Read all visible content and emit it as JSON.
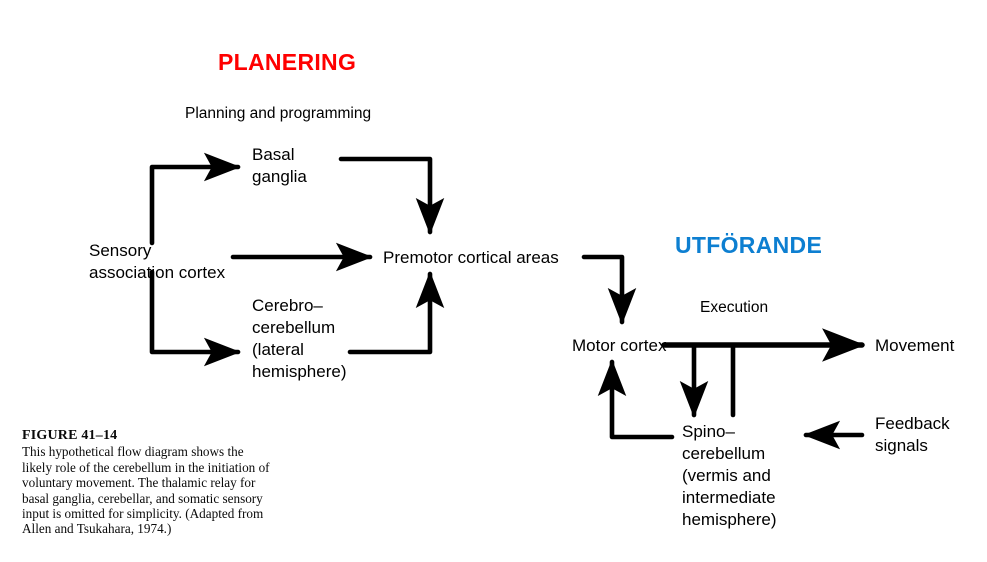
{
  "figure": {
    "headings": {
      "planning": "PLANERING",
      "planning_color": "#ff0000",
      "execution": "UTFÖRANDE",
      "execution_color": "#0d7fd1"
    },
    "subheadings": {
      "planning": "Planning and programming",
      "execution": "Execution"
    },
    "nodes": {
      "sensory": "Sensory\nassociation cortex",
      "basal_ganglia": "Basal\nganglia",
      "cerebro_cerebellum": "Cerebro–\ncerebellum\n(lateral\nhemisphere)",
      "premotor": "Premotor cortical areas",
      "motor_cortex": "Motor cortex",
      "spino_cerebellum": "Spino–\ncerebellum\n(vermis and\nintermediate\nhemisphere)",
      "movement": "Movement",
      "feedback": "Feedback\nsignals"
    },
    "caption": {
      "title": "FIGURE  41–14",
      "body": "This hypothetical flow diagram shows the likely role of the cerebellum in the initiation of voluntary movement. The thalamic relay for basal ganglia, cerebellar, and somatic sensory input is omitted for simplicity. (Adapted from Allen and Tsukahara, 1974.)"
    },
    "arrows": [
      {
        "name": "sensory-to-basal-ganglia",
        "from": "sensory",
        "to": "basal_ganglia"
      },
      {
        "name": "sensory-to-premotor",
        "from": "sensory",
        "to": "premotor"
      },
      {
        "name": "sensory-to-cerebro-cerebellum",
        "from": "sensory",
        "to": "cerebro_cerebellum"
      },
      {
        "name": "basal-ganglia-to-premotor",
        "from": "basal_ganglia",
        "to": "premotor"
      },
      {
        "name": "cerebro-cerebellum-to-premotor",
        "from": "cerebro_cerebellum",
        "to": "premotor"
      },
      {
        "name": "premotor-to-motor-cortex",
        "from": "premotor",
        "to": "motor_cortex"
      },
      {
        "name": "motor-cortex-to-movement",
        "from": "motor_cortex",
        "to": "movement"
      },
      {
        "name": "motor-cortex-to-spino-cerebellum",
        "from": "motor_cortex",
        "to": "spino_cerebellum"
      },
      {
        "name": "spino-cerebellum-to-movement-pathway",
        "from": "spino_cerebellum",
        "to": "movement"
      },
      {
        "name": "spino-cerebellum-to-motor-cortex",
        "from": "spino_cerebellum",
        "to": "motor_cortex"
      },
      {
        "name": "feedback-to-spino-cerebellum",
        "from": "feedback",
        "to": "spino_cerebellum"
      }
    ]
  }
}
